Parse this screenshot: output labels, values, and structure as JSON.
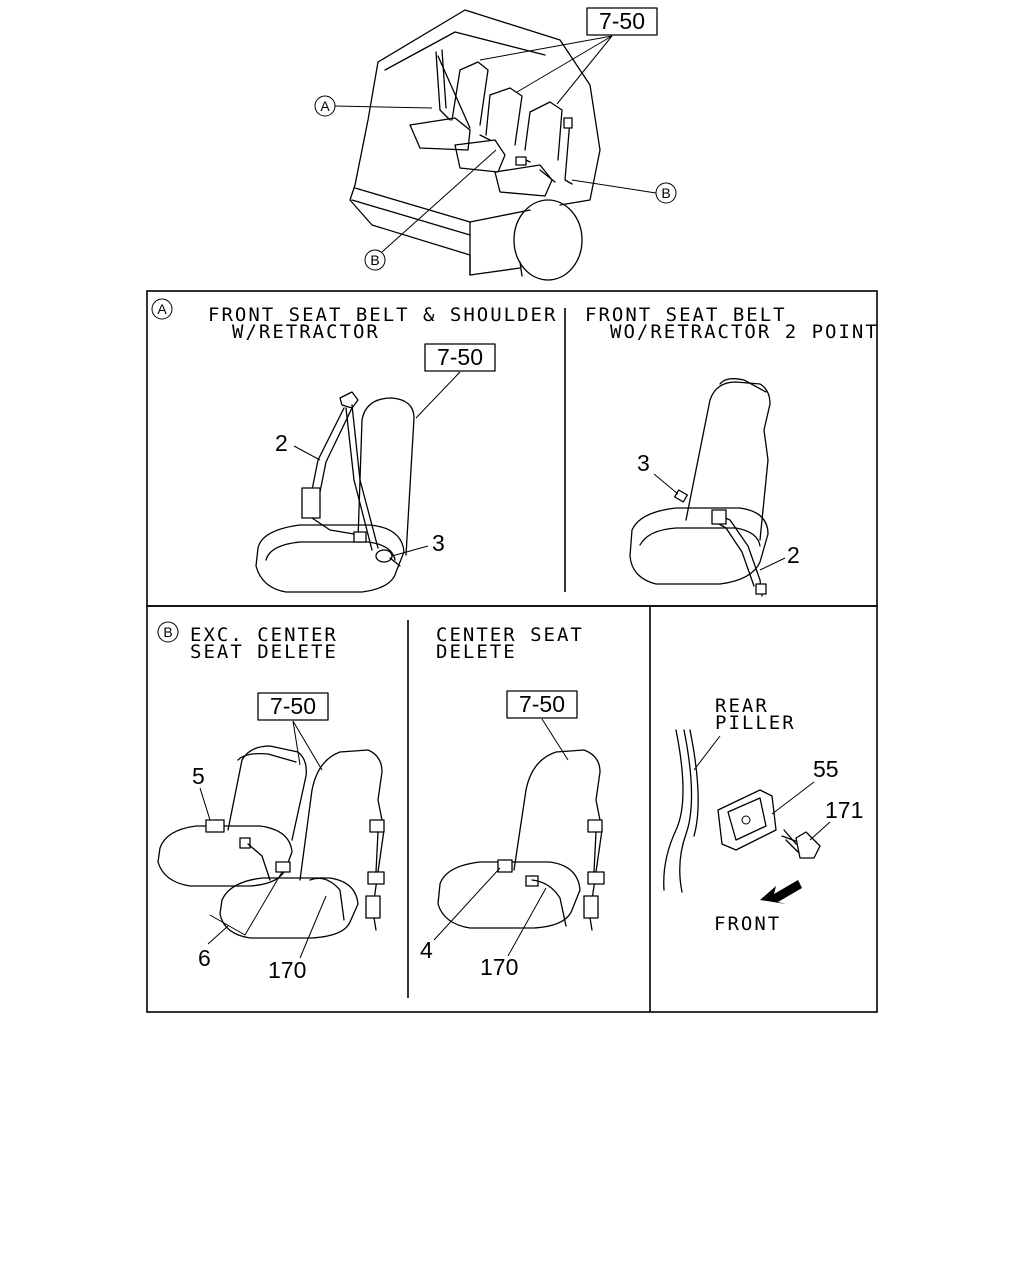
{
  "overview": {
    "ref_box": "7-50",
    "callout_a": "A",
    "callout_b_left": "B",
    "callout_b_right": "B"
  },
  "panel_a": {
    "marker": "A",
    "left": {
      "title_line1": "FRONT SEAT BELT & SHOULDER",
      "title_line2": "W/RETRACTOR",
      "ref_box": "7-50",
      "part_2": "2",
      "part_3": "3"
    },
    "right": {
      "title_line1": "FRONT SEAT BELT",
      "title_line2": "WO/RETRACTOR 2 POINT",
      "part_3": "3",
      "part_2": "2"
    }
  },
  "panel_b": {
    "marker": "B",
    "left": {
      "title_line1": "EXC. CENTER",
      "title_line2": "SEAT DELETE",
      "ref_box": "7-50",
      "part_5": "5",
      "part_6": "6",
      "part_170": "170"
    },
    "middle": {
      "title_line1": "CENTER SEAT",
      "title_line2": "DELETE",
      "ref_box": "7-50",
      "part_4": "4",
      "part_170": "170"
    },
    "right": {
      "label_line1": "REAR",
      "label_line2": "PILLER",
      "part_55": "55",
      "part_171": "171",
      "front_label": "FRONT"
    }
  }
}
